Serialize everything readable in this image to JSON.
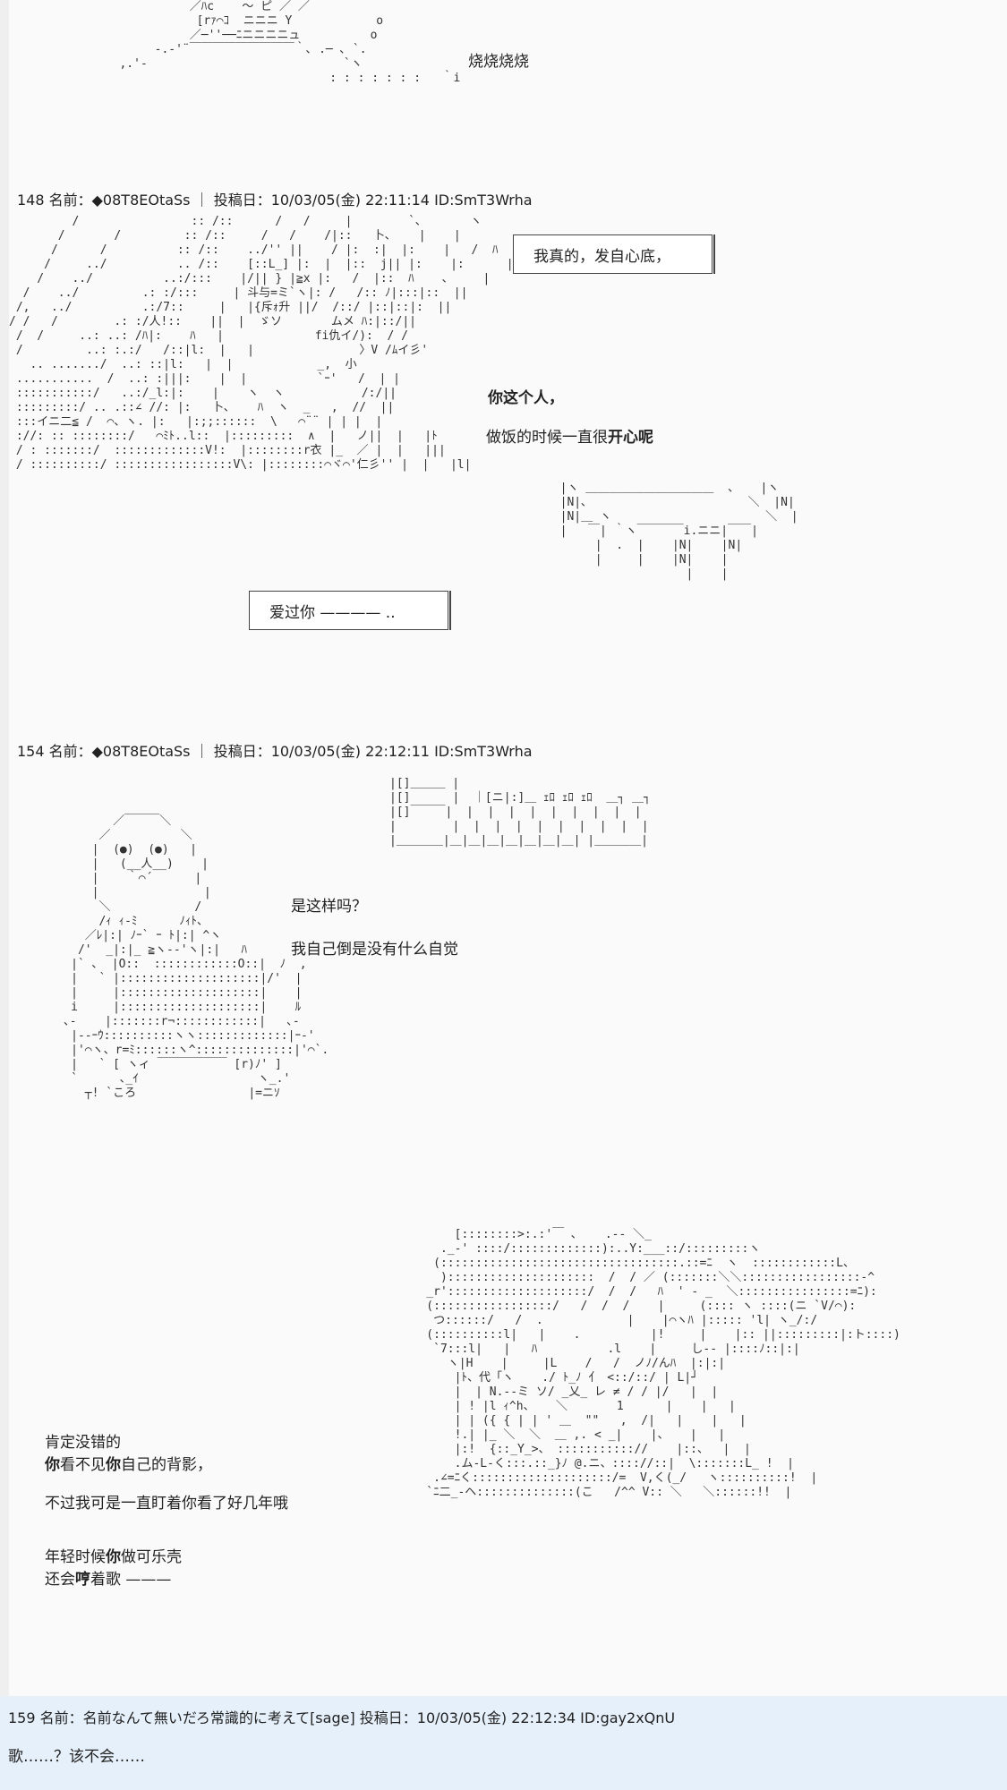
{
  "top_art": {
    "sfx": "烧烧烧烧"
  },
  "posts": [
    {
      "header": "148 名前：◆08T8EOtaSs ｜ 投稿日：10/03/05(金) 22:11:14 ID:SmT3Wrha",
      "box_top": "我真的，发自心底，",
      "line_1": "你这个人，",
      "line_2_a": "做饭的时候一直很",
      "line_2_b": "开心",
      "line_2_c": "呢",
      "box_bottom": "爱过你 ———— .."
    },
    {
      "header": "154 名前：◆08T8EOtaSs ｜ 投稿日：10/03/05(金) 22:12:11 ID:SmT3Wrha",
      "line_1": "是这样吗？",
      "line_2": "我自己倒是没有什么自觉",
      "line_3": "肯定没错的",
      "line_4_a": "你",
      "line_4_b": "看不见",
      "line_4_c": "你",
      "line_4_d": "自己的背影，",
      "line_5": "不过我可是一直盯着你看了好几年哦",
      "line_6_a": "年轻时候",
      "line_6_b": "你",
      "line_6_c": "做可乐壳",
      "line_7_a": "还会",
      "line_7_b": "哼",
      "line_7_c": "着歌 ———"
    }
  ],
  "reply": {
    "header": "159 名前：名前なんて無いだろ常識的に考えて[sage] 投稿日：10/03/05(金) 22:12:34 ID:gay2xQnU",
    "body": "歌……？该不会……"
  },
  "colors": {
    "page_bg": "#fafafa",
    "reply_bg": "#e6f0fb",
    "text": "#222222"
  }
}
